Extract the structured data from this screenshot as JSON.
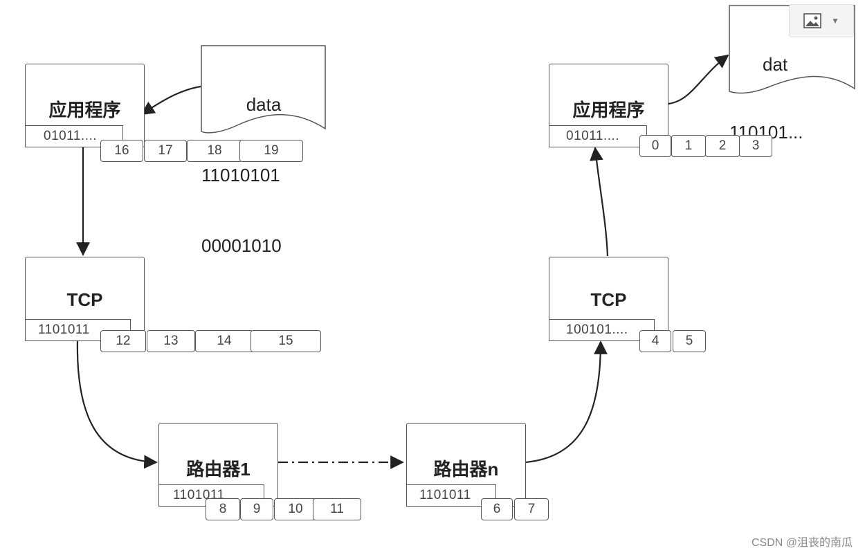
{
  "watermark": "CSDN @沮丧的南瓜",
  "source_doc": {
    "lines": [
      "data",
      "11010101",
      "00001010"
    ]
  },
  "dest_doc": {
    "lines": [
      "dat",
      "110101..."
    ]
  },
  "left_app": {
    "title": "应用程序",
    "bits": "01011....",
    "cells": [
      "16",
      "17",
      "18",
      "19"
    ]
  },
  "left_tcp": {
    "title": "TCP",
    "bits": "1101011",
    "cells": [
      "12",
      "13",
      "14",
      "15"
    ]
  },
  "router1": {
    "title": "路由器1",
    "bits": "1101011",
    "cells": [
      "8",
      "9",
      "10",
      "11"
    ]
  },
  "routern": {
    "title": "路由器n",
    "bits": "1101011",
    "cells": [
      "6",
      "7"
    ]
  },
  "right_tcp": {
    "title": "TCP",
    "bits": "100101....",
    "cells": [
      "4",
      "5"
    ]
  },
  "right_app": {
    "title": "应用程序",
    "bits": "01011....",
    "cells": [
      "0",
      "1",
      "2",
      "3"
    ]
  },
  "toolbar": {
    "icon": "image-icon",
    "menu_icon": "chevron-down-icon"
  }
}
